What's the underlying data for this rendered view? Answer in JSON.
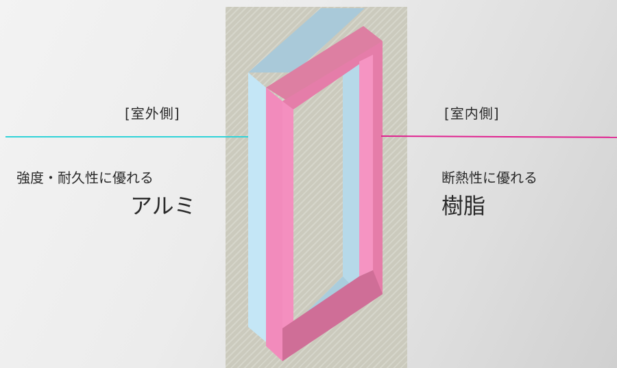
{
  "outside": {
    "label": "[室外側]",
    "description": "強度・耐久性に優れる",
    "material": "アルミ",
    "line_color": "#2fd3d8"
  },
  "inside": {
    "label": "[室内側]",
    "description": "断熱性に優れる",
    "material": "樹脂",
    "line_color": "#e0208f"
  },
  "colors": {
    "aluminum": "#bfe4f4",
    "resin": "#f390bd",
    "wall": "#cbcabd"
  }
}
